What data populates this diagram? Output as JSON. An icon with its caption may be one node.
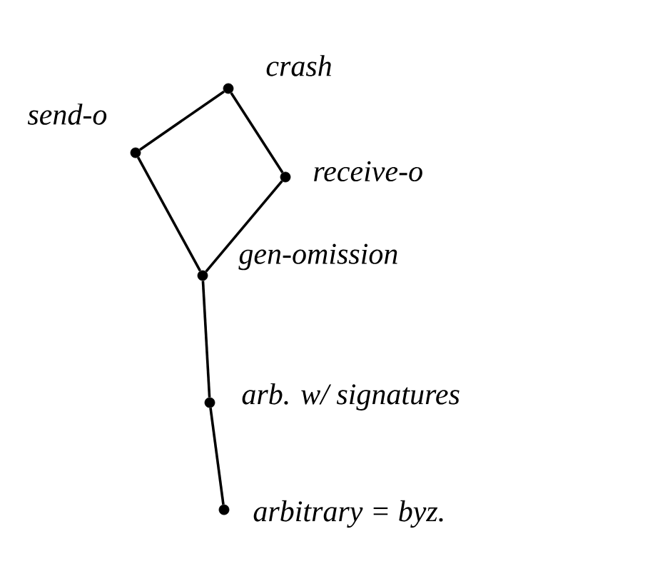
{
  "diagram": {
    "nodes": [
      {
        "text": [],
        "shape": "circle",
        "beside": [
          "crash"
        ]
      },
      {
        "text": [],
        "shape": "circle",
        "beside": [
          "send-o"
        ]
      },
      {
        "text": [],
        "shape": "circle",
        "beside": [
          "receive-o"
        ]
      },
      {
        "text": [],
        "shape": "circle",
        "beside": [
          "gen-omission"
        ]
      },
      {
        "text": [],
        "shape": "circle",
        "beside": [
          "arb. w/ signatures"
        ]
      },
      {
        "text": [],
        "shape": "circle",
        "beside": [
          "arbitrary = byz."
        ]
      }
    ],
    "edges": [
      {
        "from": 0,
        "to": 1,
        "arrow": "none"
      },
      {
        "from": 0,
        "to": 2,
        "arrow": "none"
      },
      {
        "from": 1,
        "to": 3,
        "arrow": "none"
      },
      {
        "from": 2,
        "to": 3,
        "arrow": "none"
      },
      {
        "from": 3,
        "to": 4,
        "arrow": "none"
      },
      {
        "from": 4,
        "to": 5,
        "arrow": "none"
      }
    ]
  }
}
